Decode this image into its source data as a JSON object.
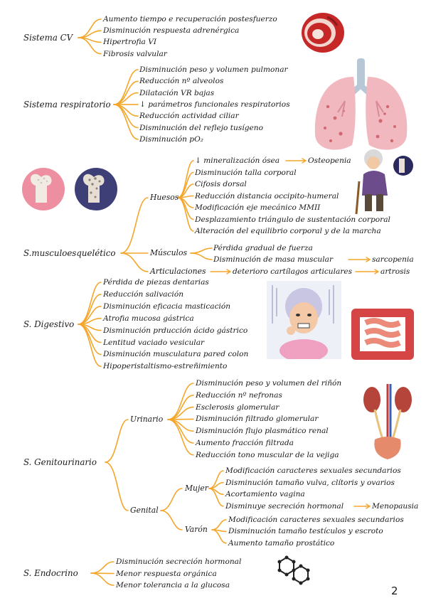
{
  "colors": {
    "connector": "#f4a62a",
    "text": "#1a1a1a"
  },
  "page_number": "2",
  "systems": [
    {
      "id": "cv",
      "label": "Sistema CV",
      "items": [
        "Aumento tiempo e recuperación postesfuerzo",
        "Disminución respuesta adrenérgica",
        "Hipertrofia VI",
        "Fibrosis valvular"
      ]
    },
    {
      "id": "resp",
      "label": "Sistema respiratorio",
      "items": [
        "Disminución peso y volumen pulmonar",
        "Reducción nº alveolos",
        "Dilatación VR bajas",
        "↓ parámetros funcionales respiratorios",
        "Reducción actividad ciliar",
        "Disminución del reflejo tusígeno",
        "Disminución pO₂"
      ]
    },
    {
      "id": "musc",
      "label": "S.musculoesquelético",
      "groups": [
        {
          "label": "Huesos",
          "items": [
            "↓ mineralización ósea",
            "Disminución talla corporal",
            "Cifosis dorsal",
            "Reducción distancia occipito-humeral",
            "Modificación eje mecánico MMII",
            "Desplazamiento triángulo de sustentación corporal",
            "Alteración del equilibrio corporal y de la marcha"
          ],
          "result": "Osteopenia"
        },
        {
          "label": "Músculos",
          "items": [
            "Pérdida gradual de fuerza",
            "Disminución de masa muscular"
          ],
          "result": "sarcopenia"
        },
        {
          "label": "Articulaciones",
          "items": [
            "deterioro cartílagos articulares"
          ],
          "result": "artrosis"
        }
      ]
    },
    {
      "id": "dig",
      "label": "S. Digestivo",
      "items": [
        "Pérdida de piezas dentarias",
        "Reducción salivación",
        "Disminución eficacia masticación",
        "Atrofia mucosa gástrica",
        "Disminución prducción ácido gástrico",
        "Lentitud vaciado vesicular",
        "Disminución musculatura pared colon",
        "Hipoperistaltismo-estreñimiento"
      ]
    },
    {
      "id": "gen",
      "label": "S. Genitourinario",
      "groups": [
        {
          "label": "Urinario",
          "items": [
            "Disminución peso y volumen del riñón",
            "Reducción nº nefronas",
            "Esclerosis glomerular",
            "Disminución filtrado glomerular",
            "Disminución flujo plasmático renal",
            "Aumento fracción filtrada",
            "Reducción tono muscular de la vejiga"
          ]
        },
        {
          "label": "Genital",
          "subgroups": [
            {
              "label": "Mujer",
              "items": [
                "Modificación caracteres sexuales secundarios",
                "Disminución tamaño vulva, clítoris y ovarios",
                "Acortamiento vagina",
                "Disminuye secreción hormonal"
              ],
              "result": "Menopausia"
            },
            {
              "label": "Varón",
              "items": [
                "Modificación caracteres sexuales secundarios",
                "Disminución tamaño testículos y escroto",
                "Aumento tamaño prostático"
              ]
            }
          ]
        }
      ]
    },
    {
      "id": "endo",
      "label": "S. Endocrino",
      "items": [
        "Disminución secreción hormonal",
        "Menor respuesta orgánica",
        "Menor tolerancia a la glucosa"
      ]
    }
  ]
}
